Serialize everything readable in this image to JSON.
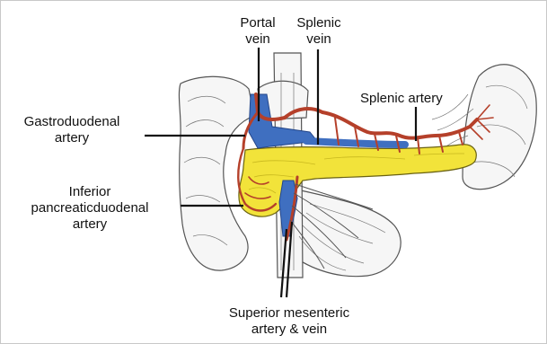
{
  "labels": {
    "portal_vein": [
      "Portal",
      "vein"
    ],
    "splenic_vein": [
      "Splenic",
      "vein"
    ],
    "splenic_artery": "Splenic artery",
    "gastroduodenal_artery": [
      "Gastroduodenal",
      "artery"
    ],
    "inferior_pancreaticoduodenal_artery": [
      "Inferior",
      "pancreaticduodenal",
      "artery"
    ],
    "superior_mesenteric": [
      "Superior mesenteric",
      "artery & vein"
    ]
  },
  "colors": {
    "pancreas": "#f2e33a",
    "vein": "#3f6fc0",
    "artery": "#b5402a",
    "outline": "#333333",
    "leader_line": "#111111"
  }
}
